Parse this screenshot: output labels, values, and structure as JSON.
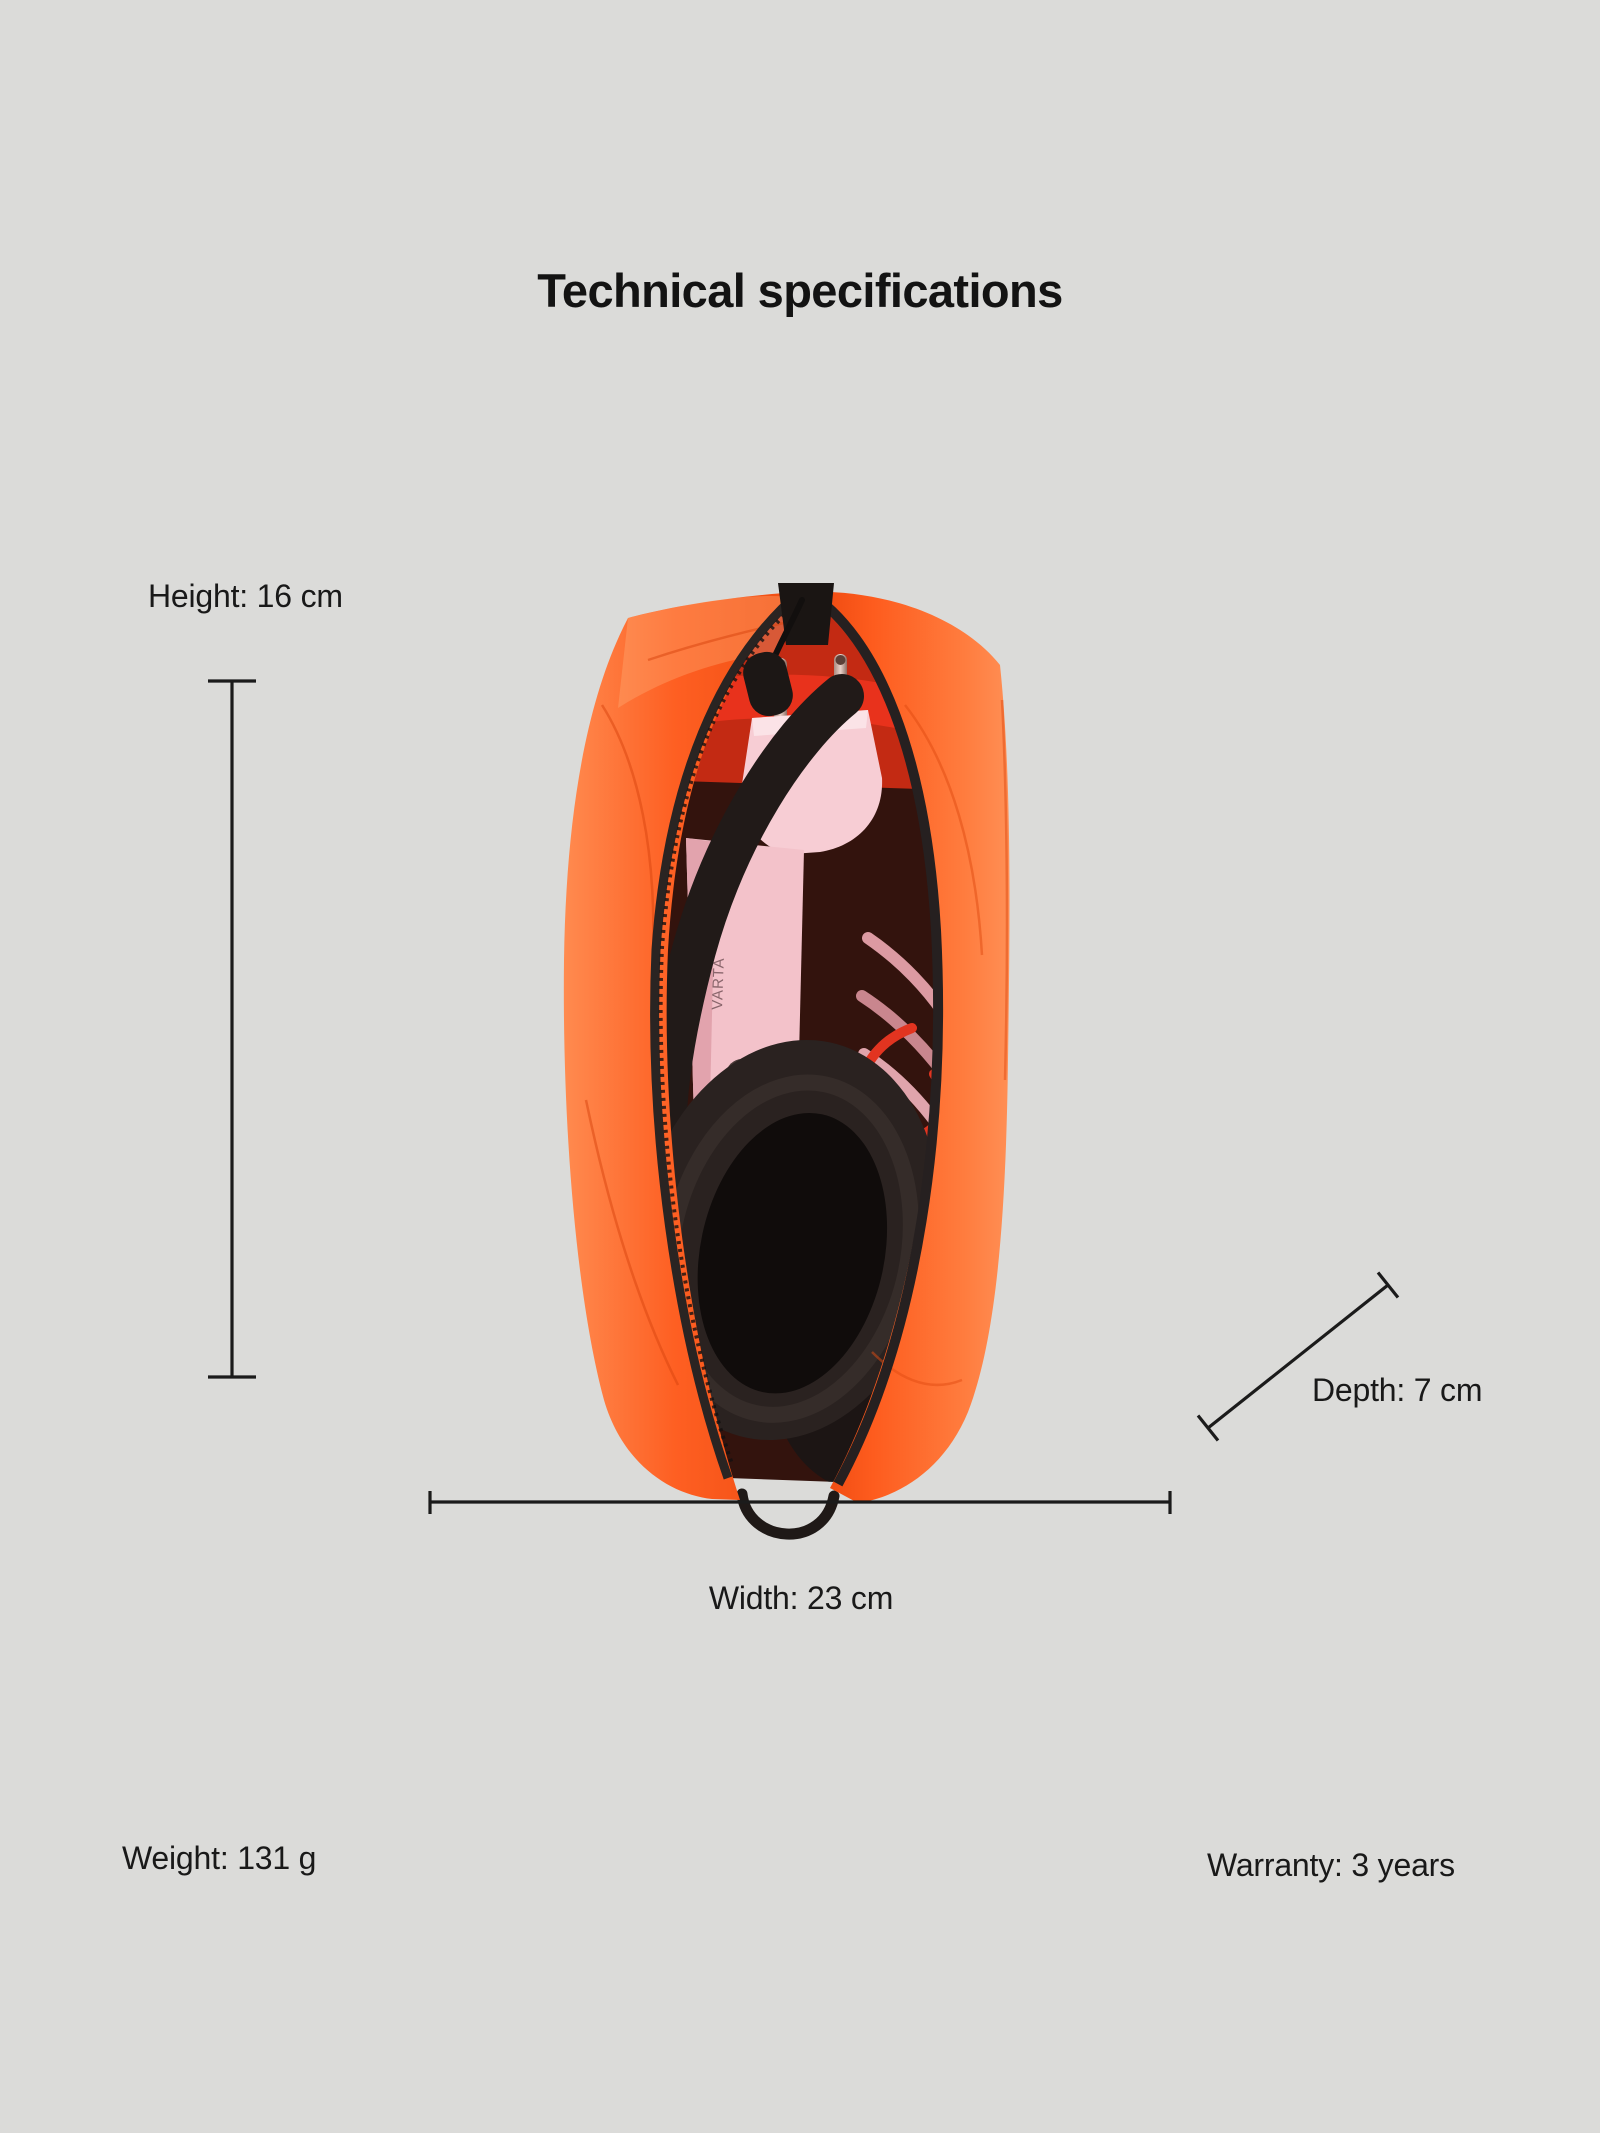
{
  "title": "Technical specifications",
  "dimensions": {
    "height_label": "Height: 16 cm",
    "width_label": "Width: 23 cm",
    "depth_label": "Depth: 7 cm"
  },
  "details": {
    "weight_label": "Weight: 131 g",
    "warranty_label": "Warranty: 3 years"
  },
  "product": {
    "description": "Open orange zip pouch standing upright containing black over-ear headphones, a pink charger plug and folded pink cable",
    "brand_on_device": "VARTA"
  },
  "colors": {
    "background": "#dbdbd9",
    "text": "#161616",
    "dimension_line": "#1b1b1b",
    "pouch_orange": "#fe5c1e",
    "pouch_orange_light": "#ff8a4d",
    "interior_red": "#cf2d15",
    "content_pink": "#f5c9d0",
    "headphones_black": "#221c1a"
  }
}
